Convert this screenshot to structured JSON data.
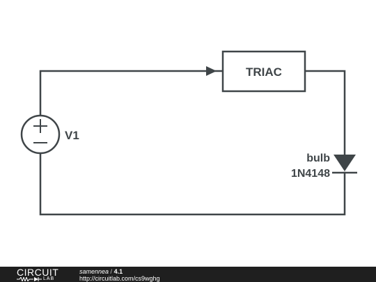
{
  "schematic": {
    "components": {
      "triac": {
        "label": "TRIAC"
      },
      "source": {
        "label": "V1",
        "plus": "+",
        "minus": "−"
      },
      "diode": {
        "name": "bulb",
        "part": "1N4148"
      }
    },
    "colors": {
      "wire": "#3f4548",
      "background": "#ffffff"
    }
  },
  "footer": {
    "brand_top": "CIRCUIT",
    "brand_bottom": "LAB",
    "author": "samennea",
    "separator": "/",
    "title": "4.1",
    "url": "http://circuitlab.com/cs9wghg",
    "colors": {
      "background": "#1f1f1f",
      "text": "#ffffff"
    }
  }
}
